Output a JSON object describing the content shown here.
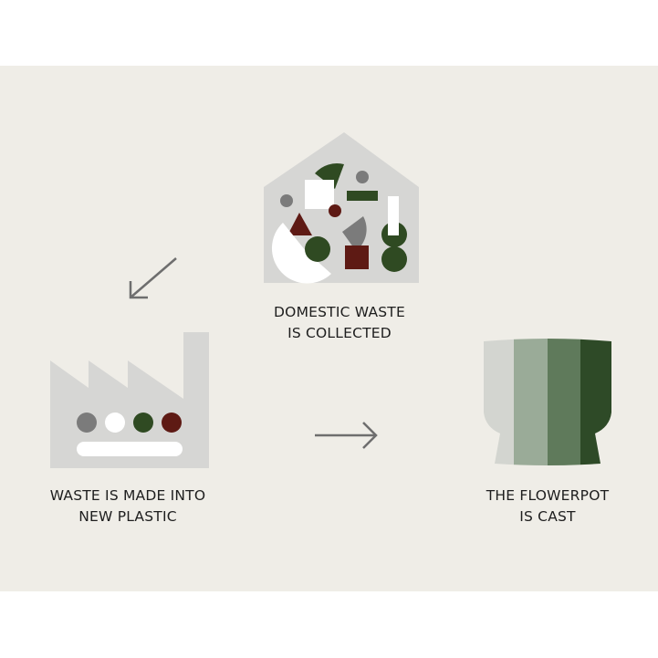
{
  "steps": [
    {
      "line1": "DOMESTIC WASTE",
      "line2": "IS COLLECTED"
    },
    {
      "line1": "WASTE IS MADE INTO",
      "line2": "NEW PLASTIC"
    },
    {
      "line1": "THE FLOWERPOT",
      "line2": "IS CAST"
    }
  ],
  "colors": {
    "gray_shape": "#d6d6d4",
    "green": "#2f4a22",
    "red": "#5e1a14",
    "mid_gray": "#7b7b7b",
    "white": "#ffffff"
  }
}
